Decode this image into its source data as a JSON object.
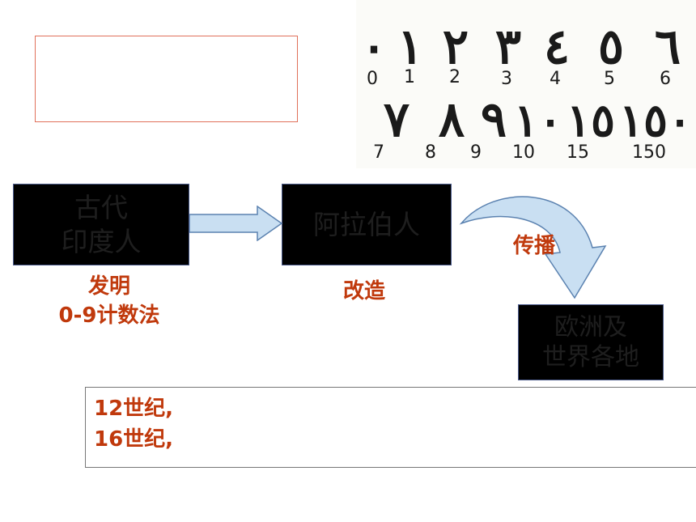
{
  "numeral_table": {
    "arabic_row1": [
      "٠",
      "١",
      "٢",
      "٣",
      "٤",
      "٥",
      "٦"
    ],
    "western_row1": [
      "0",
      "1",
      "2",
      "3",
      "4",
      "5",
      "6"
    ],
    "arabic_row2": [
      "٧",
      "٨",
      "٩",
      "١٠",
      "١٥",
      "١٥٠"
    ],
    "western_row2": [
      "7",
      "8",
      "9",
      "10",
      "15",
      "150"
    ]
  },
  "flow": {
    "node1": {
      "line1": "古代",
      "line2": "印度人"
    },
    "node2": {
      "line1": "阿拉伯人"
    },
    "node3": {
      "line1": "欧洲及",
      "line2": "世界各地"
    },
    "label1": {
      "line1": "发明",
      "line2": "0-9计数法"
    },
    "label2": "改造",
    "label3": "传播"
  },
  "notes": {
    "line1": "12世纪,",
    "line2": "16世纪,"
  },
  "colors": {
    "accent_red": "#c0390c",
    "arrow_fill": "#c9dff2",
    "arrow_stroke": "#5b82b0",
    "node_bg": "#000000"
  }
}
